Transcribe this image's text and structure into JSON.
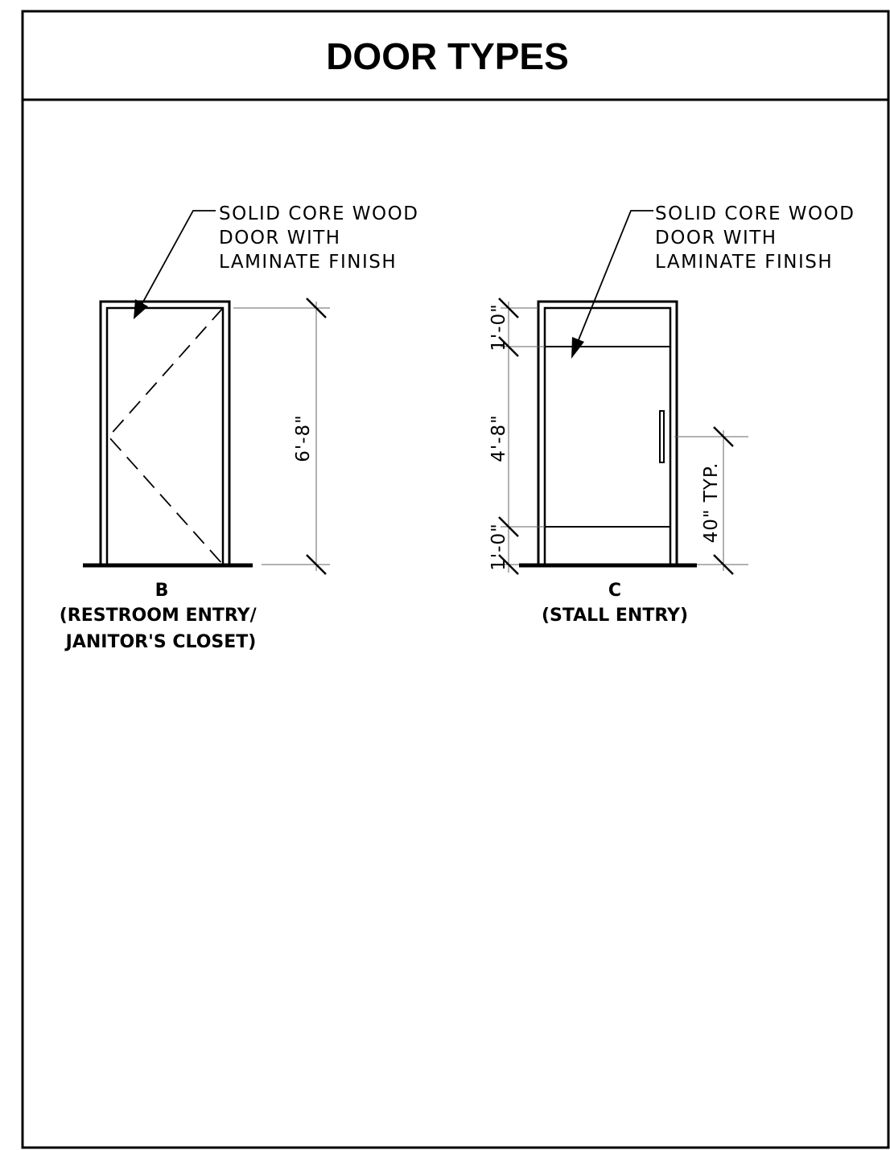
{
  "title": "DOOR TYPES",
  "door_b": {
    "note": [
      "SOLID CORE WOOD",
      "DOOR WITH",
      "LAMINATE FINISH"
    ],
    "dimension_height": "6'-8\"",
    "label": "B",
    "caption": [
      "(RESTROOM ENTRY/",
      "JANITOR'S CLOSET)"
    ]
  },
  "door_c": {
    "note": [
      "SOLID CORE WOOD",
      "DOOR WITH",
      "LAMINATE FINISH"
    ],
    "dimension_top_panel": "1'-0\"",
    "dimension_middle": "4'-8\"",
    "dimension_bottom_panel": "1'-0\"",
    "dimension_handle": "40\" TYP.",
    "label": "C",
    "caption": [
      "(STALL ENTRY)"
    ]
  },
  "colors": {
    "line": "#000000",
    "dimension_line": "#666666",
    "background": "#ffffff"
  }
}
